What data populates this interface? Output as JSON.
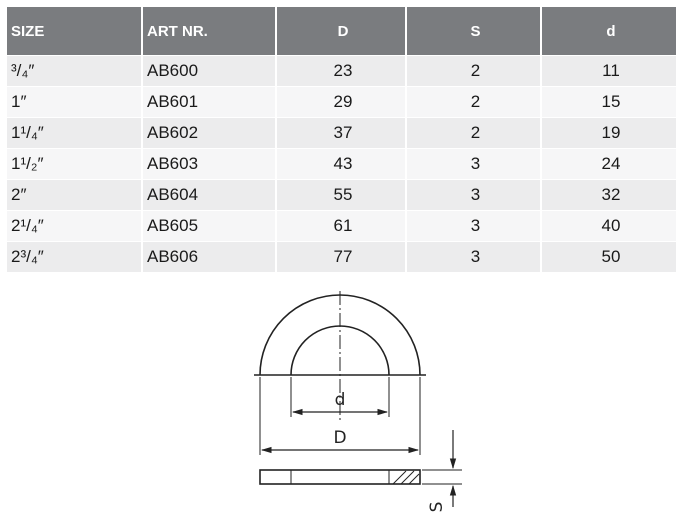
{
  "table": {
    "headers": {
      "size": "SIZE",
      "art_nr": "ART NR.",
      "D": "D",
      "S": "S",
      "d": "d"
    },
    "rows": [
      {
        "size": "³/₄″",
        "art_nr": "AB600",
        "D": "23",
        "S": "2",
        "d": "11"
      },
      {
        "size": "1″",
        "art_nr": "AB601",
        "D": "29",
        "S": "2",
        "d": "15"
      },
      {
        "size": "1¹/₄″",
        "art_nr": "AB602",
        "D": "37",
        "S": "2",
        "d": "19"
      },
      {
        "size": "1¹/₂″",
        "art_nr": "AB603",
        "D": "43",
        "S": "3",
        "d": "24"
      },
      {
        "size": "2″",
        "art_nr": "AB604",
        "D": "55",
        "S": "3",
        "d": "32"
      },
      {
        "size": "2¹/₄″",
        "art_nr": "AB605",
        "D": "61",
        "S": "3",
        "d": "40"
      },
      {
        "size": "2³/₄″",
        "art_nr": "AB606",
        "D": "77",
        "S": "3",
        "d": "50"
      }
    ]
  },
  "drawing": {
    "label_inner": "d",
    "label_outer": "D",
    "label_thickness": "S"
  }
}
